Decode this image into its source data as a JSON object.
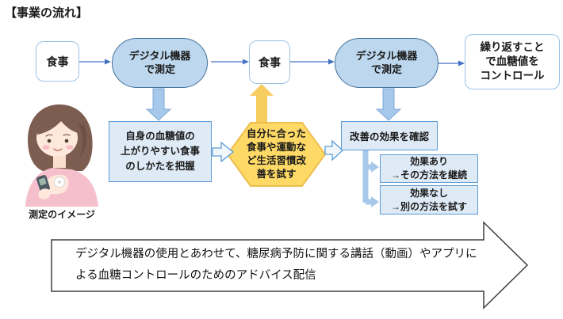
{
  "title": "【事業の流れ】",
  "flow": {
    "meal1": "食事",
    "measure1": "デジタル機器\nで測定",
    "meal2": "食事",
    "measure2": "デジタル機器\nで測定",
    "repeat": "繰り返すこと\nで血糖値を\nコントロール"
  },
  "steps": {
    "understand": "自身の血糖値の\n上がりやすい食事\nのしかたを把握",
    "try": "自分に合った\n食事や運動な\nど生活習慣改\n善を試す",
    "check": "改善の効果を確認",
    "effective": "効果あり\n→その方法を継続",
    "not_effective": "効果なし\n→別の方法を試す"
  },
  "illustration_caption": "測定のイメージ",
  "banner": {
    "line1": "デジタル機器の使用とあわせて、糖尿病予防に関する講話（動画）やアプリに",
    "line2": "よる血糖コントロールのためのアドバイス配信"
  },
  "colors": {
    "stadium_fill": "#BDD7EE",
    "stadium_border": "#41719C",
    "light_box_fill": "#DEEAF6",
    "light_box_border": "#5B9BD5",
    "white_box_border": "#9DC3E6",
    "connector_blue": "#4472C4",
    "block_arrow_fill": "#A5C8EB",
    "hexagon_fill": "#FFD966",
    "hexagon_border": "#ECBE4E",
    "yellow_arrow": "#F7CD60",
    "banner_border": "#3F3F3F"
  }
}
